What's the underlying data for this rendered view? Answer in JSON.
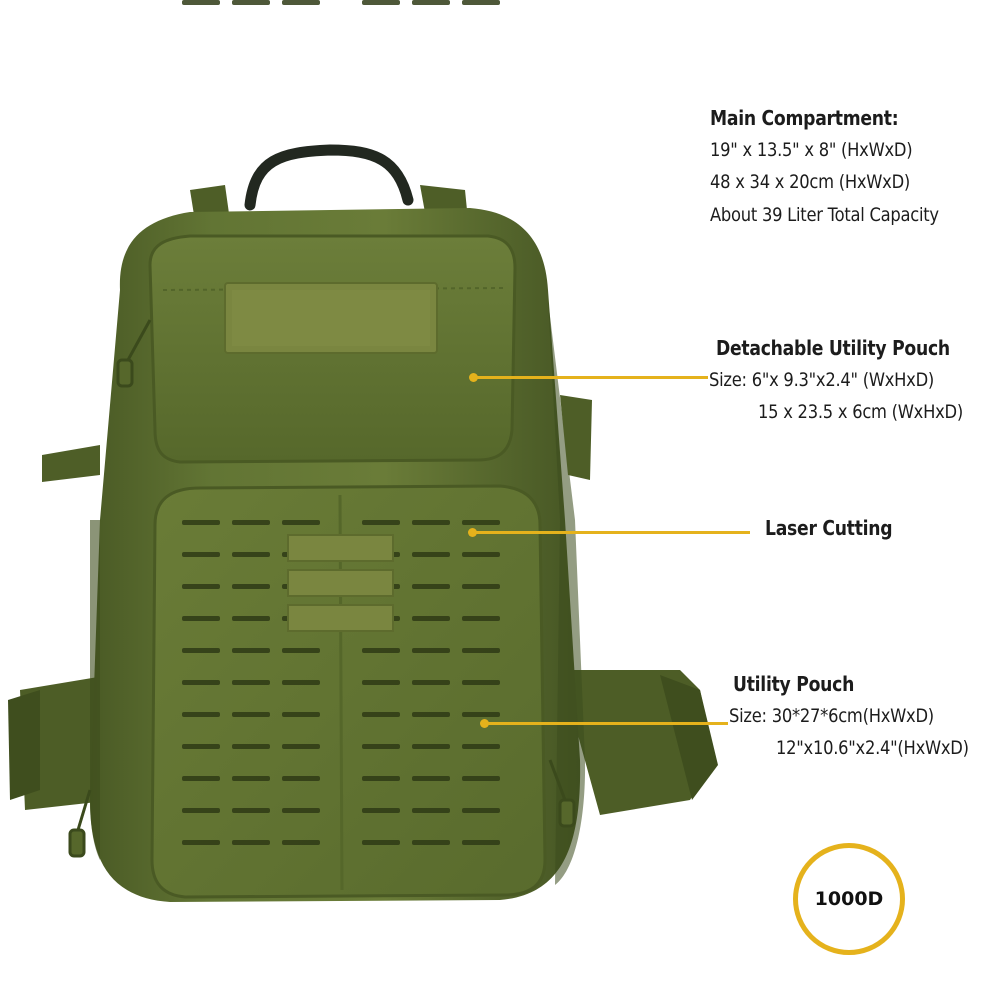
{
  "callouts": {
    "main_compartment": {
      "heading": "Main Compartment:",
      "line1": "19\" x 13.5\" x 8\" (HxWxD)",
      "line2": "48 x 34 x 20cm (HxWxD)",
      "line3": "About 39 Liter Total Capacity"
    },
    "detachable_pouch": {
      "heading": "Detachable Utility Pouch",
      "line1": "Size: 6\"x 9.3\"x2.4\" (WxHxD)",
      "line2": "15 x 23.5 x 6cm (WxHxD)"
    },
    "laser_cutting": {
      "heading": "Laser Cutting"
    },
    "utility_pouch": {
      "heading": "Utility Pouch",
      "line1": "Size: 30*27*6cm(HxWxD)",
      "line2": "12\"x10.6\"x2.4\"(HxWxD)"
    }
  },
  "badge": {
    "label": "1000D"
  },
  "colors": {
    "accent": "#e5b21c",
    "bag_olive": "#5f7232",
    "bag_dark": "#3f4f1f",
    "velcro": "#7a8640"
  }
}
